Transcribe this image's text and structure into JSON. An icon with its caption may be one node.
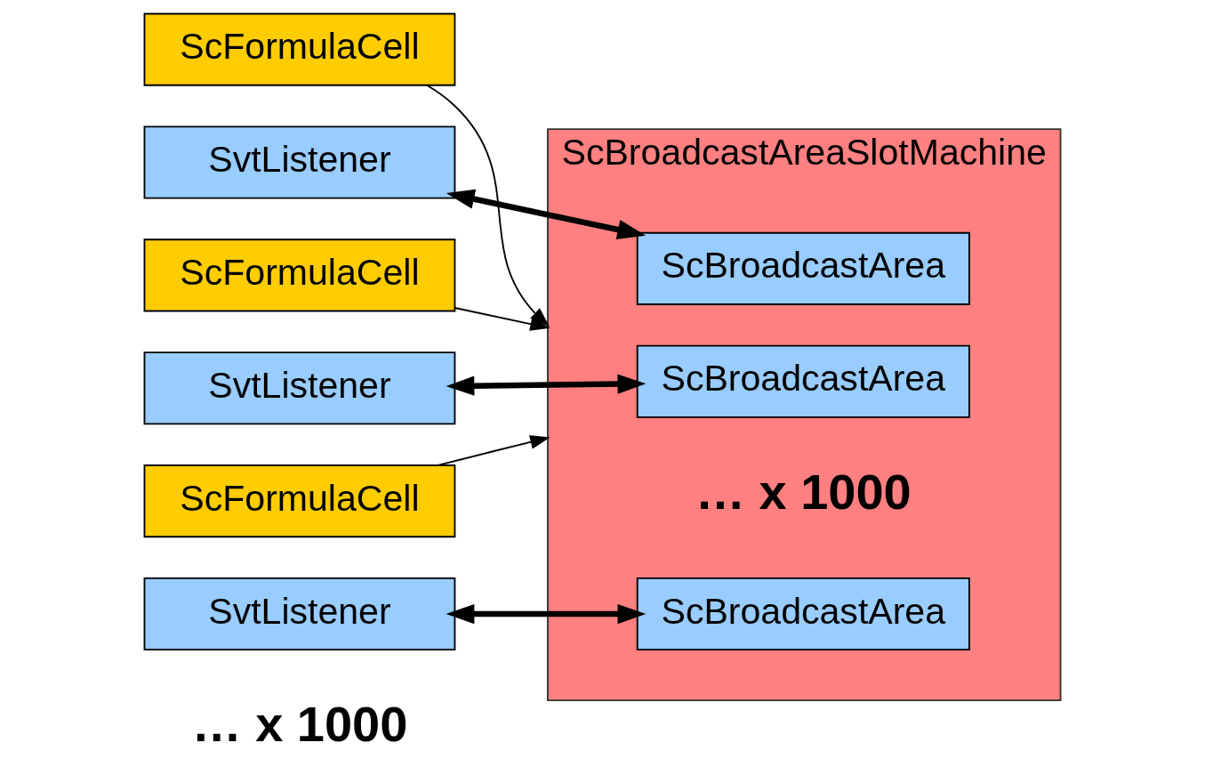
{
  "diagram": {
    "nodes": [
      {
        "text": [
          "ScFormulaCell"
        ]
      },
      {
        "text": [
          "SvtListener"
        ]
      },
      {
        "text": [
          "ScFormulaCell"
        ]
      },
      {
        "text": [
          "SvtListener"
        ]
      },
      {
        "text": [
          "ScFormulaCell"
        ]
      },
      {
        "text": [
          "SvtListener"
        ]
      },
      {
        "text": [
          "ScBroadcastAreaSlotMachine"
        ]
      },
      {
        "text": [
          "ScBroadcastArea"
        ],
        "in": 6
      },
      {
        "text": [
          "ScBroadcastArea"
        ],
        "in": 6
      },
      {
        "text": [
          "ScBroadcastArea"
        ],
        "in": 6
      }
    ],
    "edges": [
      {
        "from": 0,
        "to": 6,
        "arrow": "to"
      },
      {
        "from": 2,
        "to": 6,
        "arrow": "to"
      },
      {
        "from": 4,
        "to": 6,
        "arrow": "to"
      },
      {
        "from": 1,
        "to": 7,
        "arrow": "both",
        "style": "thick"
      },
      {
        "from": 3,
        "to": 8,
        "arrow": "both",
        "style": "thick"
      },
      {
        "from": 5,
        "to": 9,
        "arrow": "both",
        "style": "thick"
      }
    ],
    "labels": [
      "… x 1000",
      "… x 1000"
    ]
  }
}
